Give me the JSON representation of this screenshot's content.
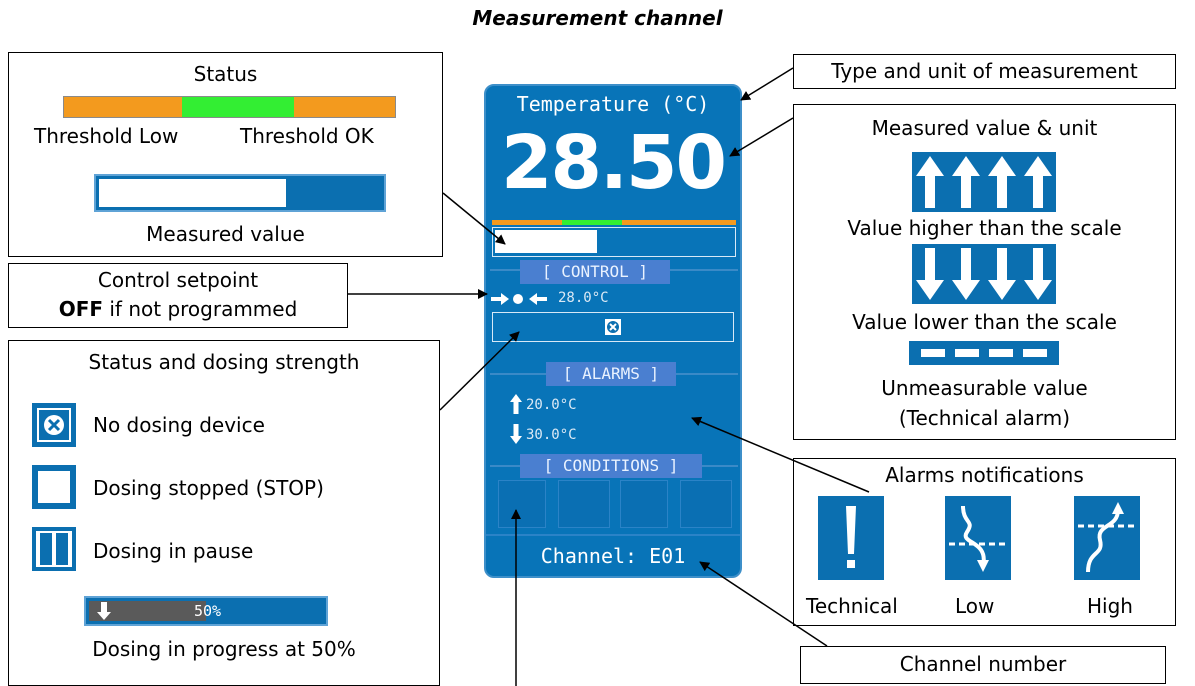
{
  "title": "Measurement channel",
  "screen": {
    "measure_type": "Temperature (°C)",
    "value": "28.50",
    "control_label": "[ CONTROL ]",
    "setpoint": "28.0°C",
    "alarms_label": "[ ALARMS ]",
    "alarm_high": "20.0°C",
    "alarm_low": "30.0°C",
    "conditions_label": "[ CONDITIONS ]",
    "channel": "Channel: E01",
    "status_bar_fraction": 0.42
  },
  "status_box": {
    "title": "Status",
    "threshold_low": "Threshold Low",
    "threshold_ok": "Threshold OK",
    "measured_value": "Measured value"
  },
  "setpoint_box": {
    "line1": "Control setpoint",
    "off": "OFF",
    "line2_rest": " if not programmed"
  },
  "dosing_box": {
    "title": "Status and dosing strength",
    "no_device": "No dosing device",
    "stopped": "Dosing stopped (STOP)",
    "pause": "Dosing in pause",
    "progress_value": "50%",
    "progress_fraction": 0.5,
    "progress": "Dosing in progress at 50%"
  },
  "type_box": {
    "label": "Type and unit of measurement"
  },
  "value_box": {
    "title": "Measured value & unit",
    "higher": "Value higher than the scale",
    "lower": "Value lower than the scale",
    "unmeasurable": "Unmeasurable value",
    "technical": "(Technical alarm)"
  },
  "alarms_box": {
    "title": "Alarms notifications",
    "technical": "Technical",
    "low": "Low",
    "high": "High"
  },
  "channel_box": {
    "label": "Channel number"
  },
  "colors": {
    "screen_blue": "#0874b8",
    "orange": "#f39a1e",
    "green": "#33ee33",
    "icon_blue": "#0b6fb0"
  }
}
